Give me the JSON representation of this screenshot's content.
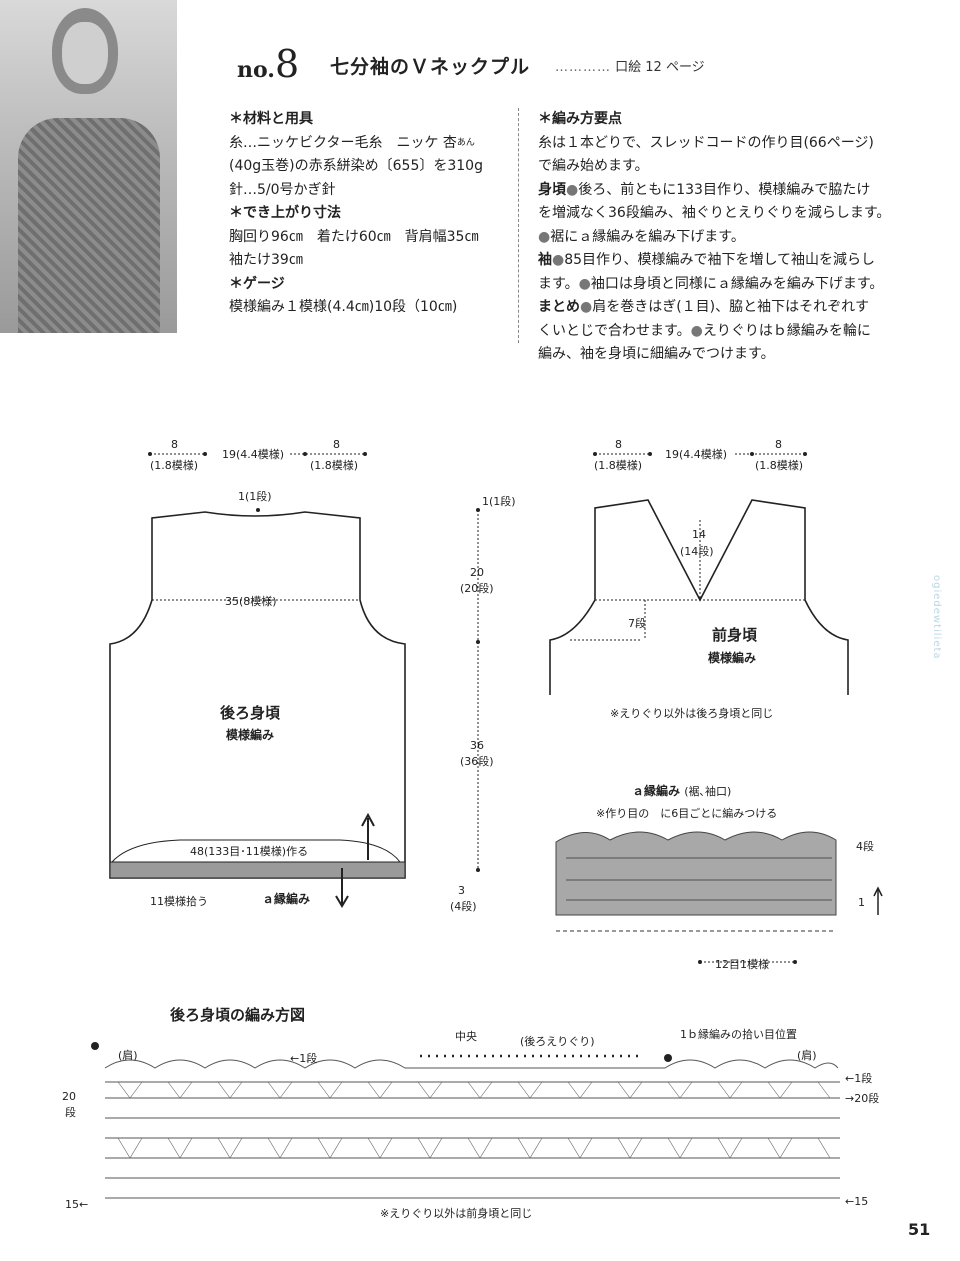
{
  "header": {
    "no_prefix": "no.",
    "no_number": "8",
    "name": "七分袖のＶネックプル",
    "dots": "…………",
    "ref": "口絵 12 ページ"
  },
  "materials": {
    "heading": "＊材料と用具",
    "yarn_line1": "糸…ニッケビクター毛糸　ニッケ 杏",
    "yarn_ruby": "あん",
    "yarn_line2": "(40g玉巻)の赤系絣染め〔655〕を310g",
    "needle": "針…5/0号かぎ針",
    "size_heading": "＊でき上がり寸法",
    "size_line1": "胸回り96㎝　着たけ60㎝　背肩幅35㎝",
    "size_line2": "袖たけ39㎝",
    "gauge_heading": "＊ゲージ",
    "gauge_line": "模様編み１模様(4.4㎝)10段（10㎝)"
  },
  "method": {
    "heading": "＊編み方要点",
    "line1": "糸は１本どりで、スレッドコードの作り目(66ページ)",
    "line2": "で編み始めます。",
    "body_key": "身頃",
    "body_text1": "後ろ、前ともに133目作り、模様編みで脇たけ",
    "body_text2": "を増減なく36段編み、袖ぐりとえりぐりを減らします。",
    "body_text3": "裾にａ縁編みを編み下げます。",
    "sleeve_key": "袖",
    "sleeve_text1": "85目作り、模様編みで袖下を増して袖山を減らし",
    "sleeve_text2": "ます。",
    "sleeve_text3": "袖口は身頃と同様にａ縁編みを編み下げます。",
    "finish_key": "まとめ",
    "finish_text1": "肩を巻きはぎ(１目)、脇と袖下はそれぞれす",
    "finish_text2": "くいとじで合わせます。",
    "finish_text3": "えりぐりはｂ縁編みを輪に",
    "finish_text4": "編み、袖を身頃に細編みでつけます。",
    "bullet": "●"
  },
  "back_diagram": {
    "shoulder_l": "8",
    "shoulder_l_sub": "(1.8模様)",
    "neck": "19",
    "neck_sub": "(4.4模様)",
    "shoulder_r": "8",
    "shoulder_r_sub": "(1.8模様)",
    "top_row": "1(1段)",
    "width_mid": "35(8模様)",
    "title": "後ろ身頃",
    "pattern": "模様編み",
    "start": "48(133目･11模様)作る",
    "pickup": "11模様拾う",
    "edging": "ａ縁編み"
  },
  "height_scale": {
    "top": "1(1段)",
    "armhole": "20",
    "armhole_sub": "(20段)",
    "side": "36",
    "side_sub": "(36段)",
    "hem": "3",
    "hem_sub": "(4段)"
  },
  "front_diagram": {
    "shoulder_l": "8",
    "shoulder_l_sub": "(1.8模様)",
    "neck": "19",
    "neck_sub": "(4.4模様)",
    "shoulder_r": "8",
    "shoulder_r_sub": "(1.8模様)",
    "v_depth": "14",
    "v_depth_sub": "(14段)",
    "seven_rows": "7段",
    "title": "前身頃",
    "pattern": "模様編み",
    "note": "※えりぐり以外は後ろ身頃と同じ"
  },
  "edging_chart": {
    "title": "ａ縁編み",
    "title_sub": "(裾､袖口)",
    "note": "※作り目の　に6目ごとに編みつける",
    "row4": "4段",
    "row1": "1",
    "repeat": "12目1模様"
  },
  "back_chart": {
    "title": "後ろ身頃の編み方図",
    "center": "中央",
    "back_neck": "(後ろえりぐり)",
    "b_edging": "1ｂ縁編みの拾い目位置",
    "shoulder_l": "(肩)",
    "shoulder_r": "(肩)",
    "row1_left": "1段",
    "row1_right": "1段",
    "row20_left": "20",
    "row20_left_sub": "段",
    "row20_right": "20段",
    "row15_left": "15",
    "row15_right": "15",
    "note": "※えりぐり以外は前身頃と同じ"
  },
  "watermark": "ogiedewtilieta",
  "page_number": "51"
}
